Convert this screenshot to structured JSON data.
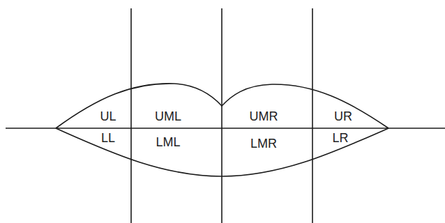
{
  "diagram": {
    "labels": [
      "UL",
      "UML",
      "UMR",
      "UR",
      "LL",
      "LML",
      "LMR",
      "LR"
    ]
  }
}
